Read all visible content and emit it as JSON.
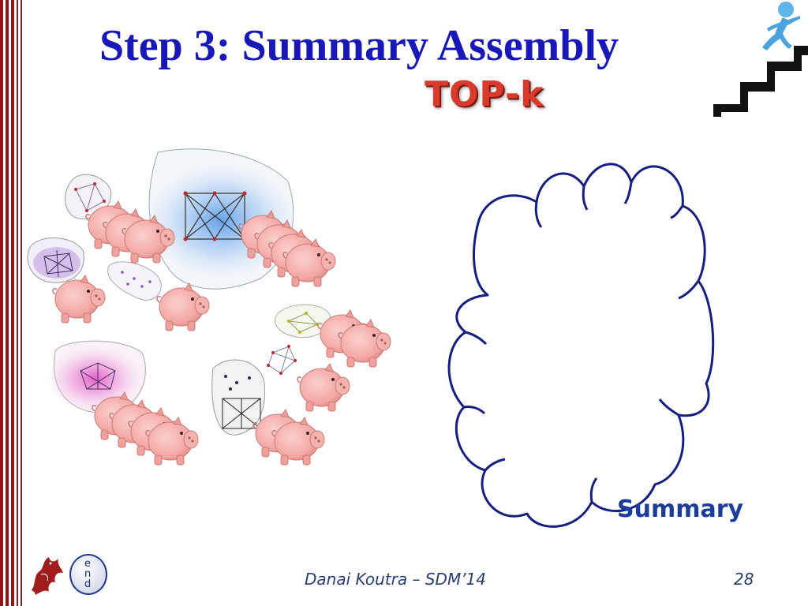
{
  "slide": {
    "title": "Step 3: Summary Assembly",
    "highlight": "TOP-k",
    "summary_label": "Summary",
    "footer": "Danai Koutra – SDM’14",
    "page_number": "28",
    "end_button": {
      "e": "e",
      "n": "n",
      "d": "d"
    }
  },
  "colors": {
    "title": "#1818b8",
    "highlight": "#d93a2b",
    "cloud_stroke": "#161f80",
    "summary_label": "#1a3d9c",
    "stripe": "#8b1a1a",
    "pig": "#f4a8a4"
  },
  "icons": [
    "runner-on-stairs-icon",
    "dragon-logo-icon",
    "end-button-icon",
    "pig-icon",
    "graph-cluster-icon"
  ]
}
